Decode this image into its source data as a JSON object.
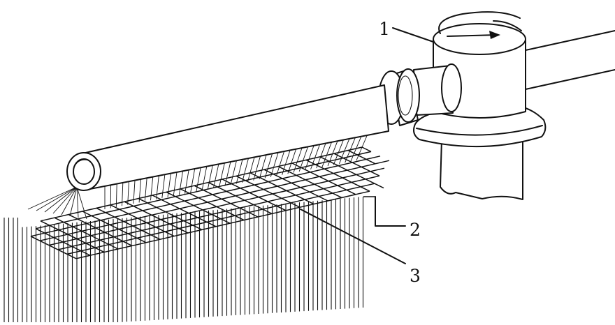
{
  "callouts": [
    {
      "id": "rotating-head",
      "label": "1"
    },
    {
      "id": "strands",
      "label": "2"
    },
    {
      "id": "mesh",
      "label": "3"
    }
  ],
  "colors": {
    "line": "#111111",
    "background": "#ffffff"
  }
}
